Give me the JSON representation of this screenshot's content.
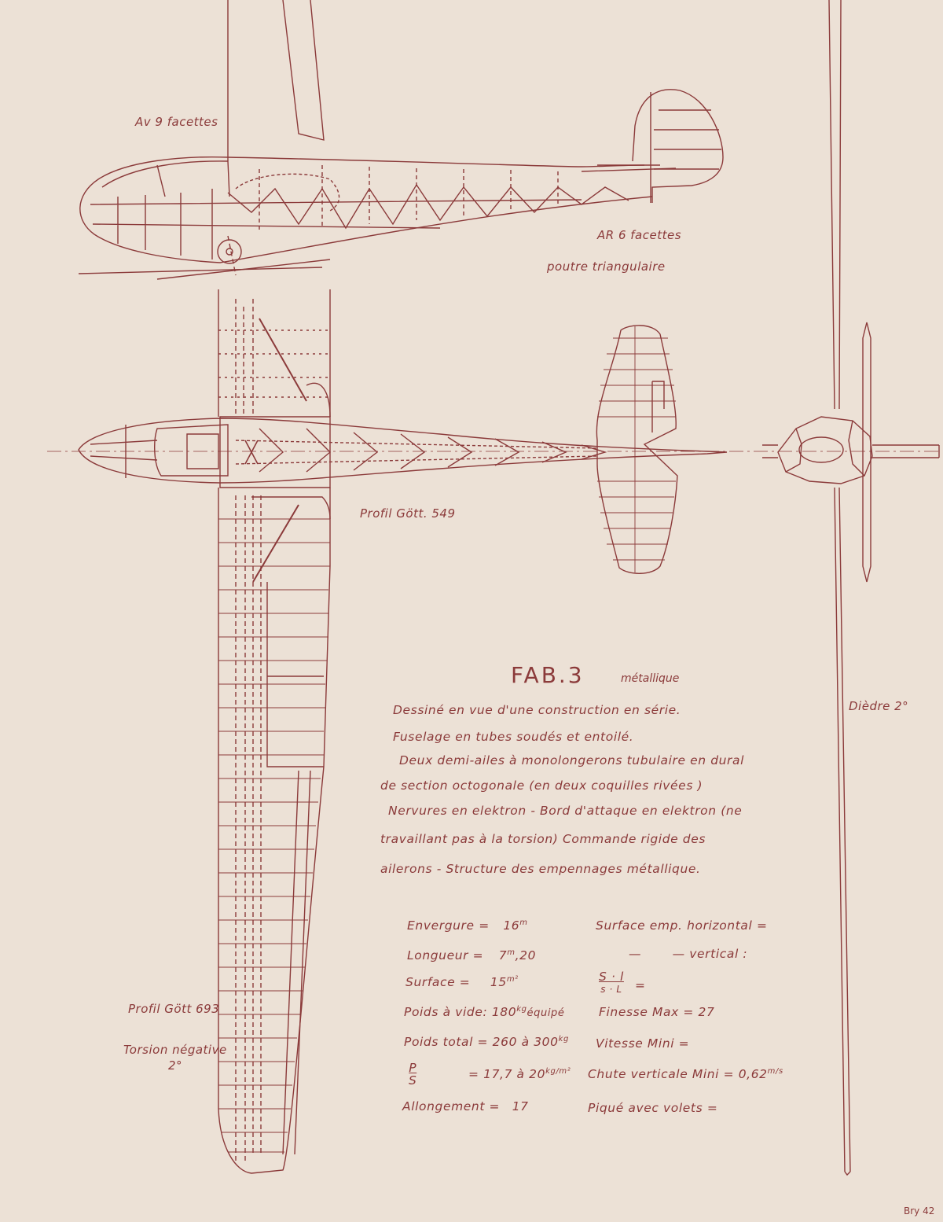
{
  "colors": {
    "paper": "#ece1d6",
    "ink": "#8b3a3a"
  },
  "labels": {
    "nose_facets": "Av 9 facettes",
    "tail_facets": "AR 6 facettes",
    "truss": "poutre triangulaire",
    "tail_profile": "Profil Gött. 549",
    "wing_profile": "Profil Gött 693",
    "twist_line1": "Torsion négative",
    "twist_line2": "2°",
    "dihedral": "Dièdre 2°",
    "signature": "Bry 42"
  },
  "title": {
    "name": "FAB.3",
    "subtitle": "métallique"
  },
  "description": [
    "Dessiné en vue d'une construction en série.",
    "Fuselage en tubes soudés et entoilé.",
    "Deux demi-ailes à monolongerons tubulaire en dural",
    "de section octogonale (en deux coquilles rivées )",
    "Nervures en elektron - Bord d'attaque en elektron (ne",
    "travaillant pas à la torsion)   Commande rigide des",
    "ailerons -    Structure des empennages métallique."
  ],
  "specs_left": {
    "envergure_label": "Envergure =",
    "envergure_value": "16",
    "envergure_unit": "m",
    "longueur_label": "Longueur =",
    "longueur_value": "7",
    "longueur_unit": "m",
    "longueur_frac": ",20",
    "surface_label": "Surface =",
    "surface_value": "15",
    "surface_unit": "m²",
    "poids_vide_label": "Poids à vide:",
    "poids_vide_value": "180",
    "poids_vide_unit": "kg",
    "poids_vide_suffix": "équipé",
    "poids_total_label": "Poids total =",
    "poids_total_value": "260 à 300",
    "poids_total_unit": "kg",
    "ps_num": "P",
    "ps_den": "S",
    "ps_value": "= 17,7 à 20",
    "ps_unit": "kg/m²",
    "allongement_label": "Allongement =",
    "allongement_value": "17"
  },
  "specs_right": {
    "surf_h": "Surface emp. horizontal =",
    "surf_v_dash": "—",
    "surf_v": "— vertical :",
    "sl_num": "S · l",
    "sl_den": "s · L",
    "sl_eq": "=",
    "finesse": "Finesse Max = 27",
    "vitesse": "Vitesse Mini =",
    "chute": "Chute verticale Mini = 0,62",
    "chute_unit": "m/s",
    "pique": "Piqué avec volets ="
  }
}
